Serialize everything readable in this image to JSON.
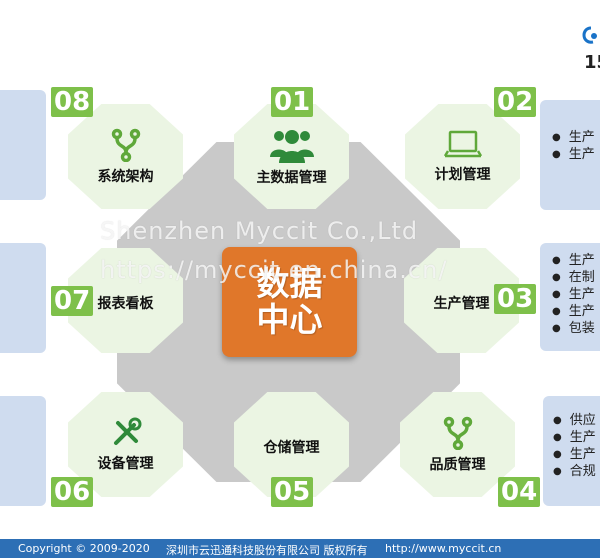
{
  "center": {
    "label": "数据中心"
  },
  "nodes": {
    "n01": {
      "number": "01",
      "label": "主数据管理",
      "icon": "users-icon"
    },
    "n02": {
      "number": "02",
      "label": "计划管理",
      "icon": "laptop-icon"
    },
    "n03": {
      "number": "03",
      "label": "生产管理",
      "icon": ""
    },
    "n04": {
      "number": "04",
      "label": "品质管理",
      "icon": "branch-icon"
    },
    "n05": {
      "number": "05",
      "label": "仓储管理",
      "icon": ""
    },
    "n06": {
      "number": "06",
      "label": "设备管理",
      "icon": "tools-icon"
    },
    "n07": {
      "number": "07",
      "label": "报表看板",
      "icon": ""
    },
    "n08": {
      "number": "08",
      "label": "系统架构",
      "icon": "branch-icon"
    }
  },
  "panels": {
    "p02": [
      "生产",
      "生产"
    ],
    "p03": [
      "生产",
      "在制",
      "生产",
      "生产",
      "包装"
    ],
    "p04": [
      "供应",
      "生产",
      "生产",
      "合规"
    ]
  },
  "header": {
    "logo_text": "15"
  },
  "watermark": {
    "line1": "Shenzhen Myccit Co.,Ltd",
    "line2": "https://myccit.en.china.cn/"
  },
  "footer": {
    "copyright": "Copyright © 2009-2020",
    "company": "深圳市云迅通科技股份有限公司 版权所有",
    "url": "http://www.myccit.cn"
  },
  "colors": {
    "accent_green": "#7ec04a",
    "center_orange": "#e0772a",
    "panel_blue": "#cfdcef",
    "footer_blue": "#2d6fb5"
  }
}
